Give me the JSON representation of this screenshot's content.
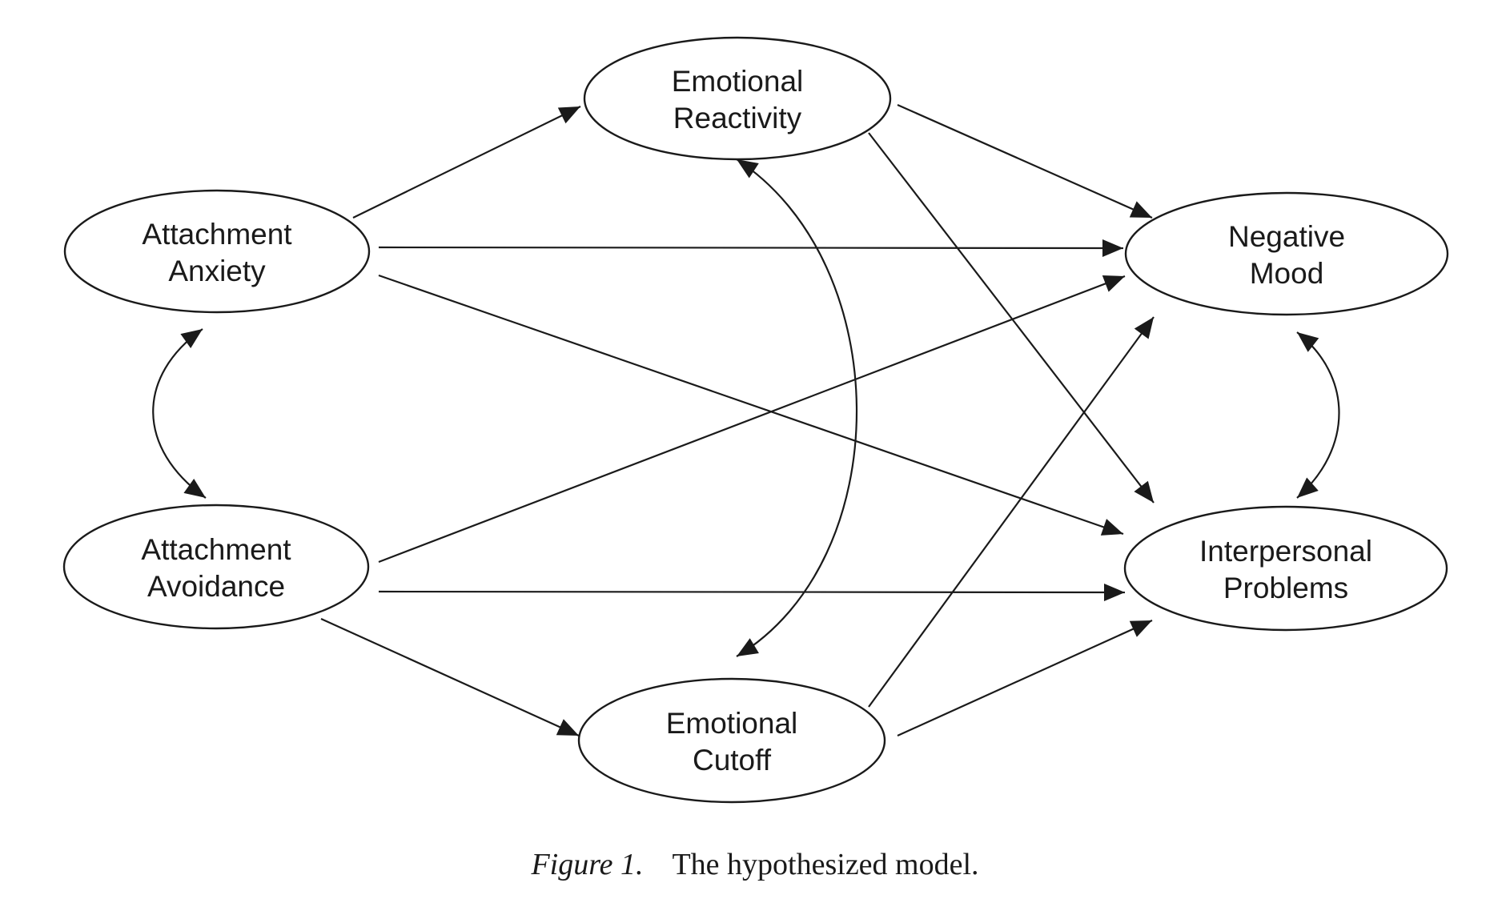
{
  "figure": {
    "caption_label": "Figure 1.",
    "caption_text": "The hypothesized model.",
    "line_color": "#1a1a1a",
    "background": "#ffffff"
  },
  "nodes": [
    {
      "id": "emotional_reactivity",
      "lines": [
        "Emotional",
        "Reactivity"
      ]
    },
    {
      "id": "attachment_anxiety",
      "lines": [
        "Attachment",
        "Anxiety"
      ]
    },
    {
      "id": "attachment_avoidance",
      "lines": [
        "Attachment",
        "Avoidance"
      ]
    },
    {
      "id": "emotional_cutoff",
      "lines": [
        "Emotional",
        "Cutoff"
      ]
    },
    {
      "id": "negative_mood",
      "lines": [
        "Negative",
        "Mood"
      ]
    },
    {
      "id": "interpersonal_problems",
      "lines": [
        "Interpersonal",
        "Problems"
      ]
    }
  ],
  "edges": [
    {
      "from": "attachment_anxiety",
      "to": "emotional_reactivity",
      "type": "directed"
    },
    {
      "from": "attachment_anxiety",
      "to": "negative_mood",
      "type": "directed"
    },
    {
      "from": "attachment_anxiety",
      "to": "interpersonal_problems",
      "type": "directed"
    },
    {
      "from": "attachment_avoidance",
      "to": "negative_mood",
      "type": "directed"
    },
    {
      "from": "attachment_avoidance",
      "to": "interpersonal_problems",
      "type": "directed"
    },
    {
      "from": "attachment_avoidance",
      "to": "emotional_cutoff",
      "type": "directed"
    },
    {
      "from": "emotional_reactivity",
      "to": "negative_mood",
      "type": "directed"
    },
    {
      "from": "emotional_reactivity",
      "to": "interpersonal_problems",
      "type": "directed"
    },
    {
      "from": "emotional_cutoff",
      "to": "negative_mood",
      "type": "directed"
    },
    {
      "from": "emotional_cutoff",
      "to": "interpersonal_problems",
      "type": "directed"
    },
    {
      "from": "attachment_anxiety",
      "to": "attachment_avoidance",
      "type": "covariance"
    },
    {
      "from": "emotional_reactivity",
      "to": "emotional_cutoff",
      "type": "covariance"
    },
    {
      "from": "negative_mood",
      "to": "interpersonal_problems",
      "type": "covariance"
    }
  ]
}
